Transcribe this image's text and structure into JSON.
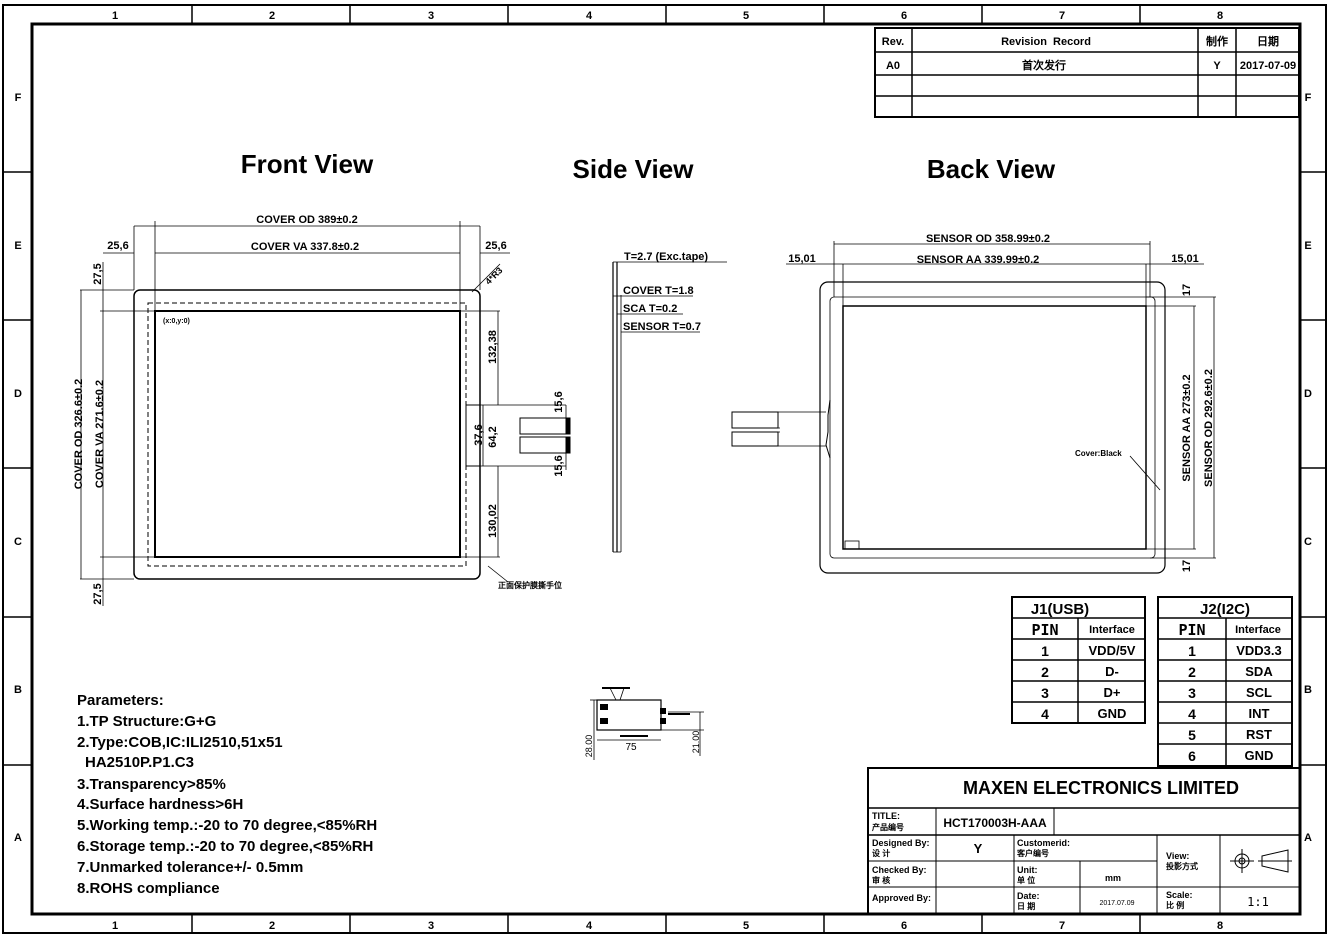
{
  "border": {
    "cols": [
      "1",
      "2",
      "3",
      "4",
      "5",
      "6",
      "7",
      "8"
    ],
    "rows": [
      "F",
      "E",
      "D",
      "C",
      "B",
      "A"
    ]
  },
  "revision": {
    "headers": [
      "Rev.",
      "Revision  Record",
      "制作",
      "日期"
    ],
    "rows": [
      [
        "A0",
        "首次发行",
        "Y",
        "2017-07-09"
      ],
      [
        "",
        "",
        "",
        ""
      ],
      [
        "",
        "",
        "",
        ""
      ]
    ]
  },
  "views": {
    "front": "Front View",
    "side": "Side View",
    "back": "Back View"
  },
  "front_dims": {
    "cover_od_w": "COVER OD 389±0.2",
    "cover_va_w": "COVER VA 337.8±0.2",
    "left_margin": "25,6",
    "right_margin": "25,6",
    "top_margin": "27,5",
    "bottom_margin": "27,5",
    "cover_od_h": "COVER OD 326.6±0.2",
    "cover_va_h": "COVER VA 271.6±0.2",
    "corner_radius": "4*R3",
    "origin": "(x:0,y:0)",
    "upper_offset": "132,38",
    "lower_offset": "130,02",
    "tail_width": "37,6",
    "tail_width2": "64,2",
    "tail_top": "15,6",
    "tail_bottom": "15,6",
    "protect_note": "正面保护膜撕手位"
  },
  "side_dims": {
    "total": "T=2.7 (Exc.tape)",
    "cover": "COVER T=1.8",
    "sca": "SCA T=0.2",
    "sensor": "SENSOR T=0.7"
  },
  "back_dims": {
    "sensor_od_w": "SENSOR OD 358.99±0.2",
    "sensor_aa_w": "SENSOR AA 339.99±0.2",
    "left_margin": "15,01",
    "right_margin": "15,01",
    "top_margin": "17",
    "bottom_margin": "17",
    "sensor_aa_h": "SENSOR AA 273±0.2",
    "sensor_od_h": "SENSOR OD 292.6±0.2",
    "cover_note": "Cover:Black"
  },
  "fpc": {
    "width": "75",
    "left_h": "28.00",
    "right_h": "21.00"
  },
  "parameters": {
    "title": "Parameters:",
    "items": [
      "1.TP Structure:G+G",
      "2.Type:COB,IC:ILI2510,51x51",
      "HA2510P.P1.C3",
      "3.Transparency>85%",
      "4.Surface hardness>6H",
      "5.Working temp.:-20 to 70 degree,<85%RH",
      "6.Storage temp.:-20 to 70 degree,<85%RH",
      "7.Unmarked tolerance+/- 0.5mm",
      "8.ROHS compliance"
    ]
  },
  "j1": {
    "title": "J1(USB)",
    "headers": [
      "PIN",
      "Interface"
    ],
    "rows": [
      [
        "1",
        "VDD/5V"
      ],
      [
        "2",
        "D-"
      ],
      [
        "3",
        "D+"
      ],
      [
        "4",
        "GND"
      ]
    ]
  },
  "j2": {
    "title": "J2(I2C)",
    "headers": [
      "PIN",
      "Interface"
    ],
    "rows": [
      [
        "1",
        "VDD3.3"
      ],
      [
        "2",
        "SDA"
      ],
      [
        "3",
        "SCL"
      ],
      [
        "4",
        "INT"
      ],
      [
        "5",
        "RST"
      ],
      [
        "6",
        "GND"
      ]
    ]
  },
  "title_block": {
    "company": "MAXEN ELECTRONICS LIMITED",
    "title_label": "TITLE:",
    "title_label_cn": "产品编号",
    "title_value": "HCT170003H-AAA",
    "designed_label": "Designed By:",
    "designed_label_cn": "设 计",
    "designed_value": "Y",
    "customerid_label": "Customerid:",
    "customerid_label_cn": "客户编号",
    "checked_label": "Checked By:",
    "checked_label_cn": "审 核",
    "unit_label": "Unit:",
    "unit_label_cn": "单 位",
    "unit_value": "mm",
    "approved_label": "Approved By:",
    "date_label": "Date:",
    "date_label_cn": "日 期",
    "date_value": "2017.07.09",
    "view_label": "View:",
    "view_label_cn": "投影方式",
    "scale_label": "Scale:",
    "scale_label_cn": "比 例",
    "scale_value": "1:1",
    "projection_icon": "third-angle-projection-icon"
  }
}
